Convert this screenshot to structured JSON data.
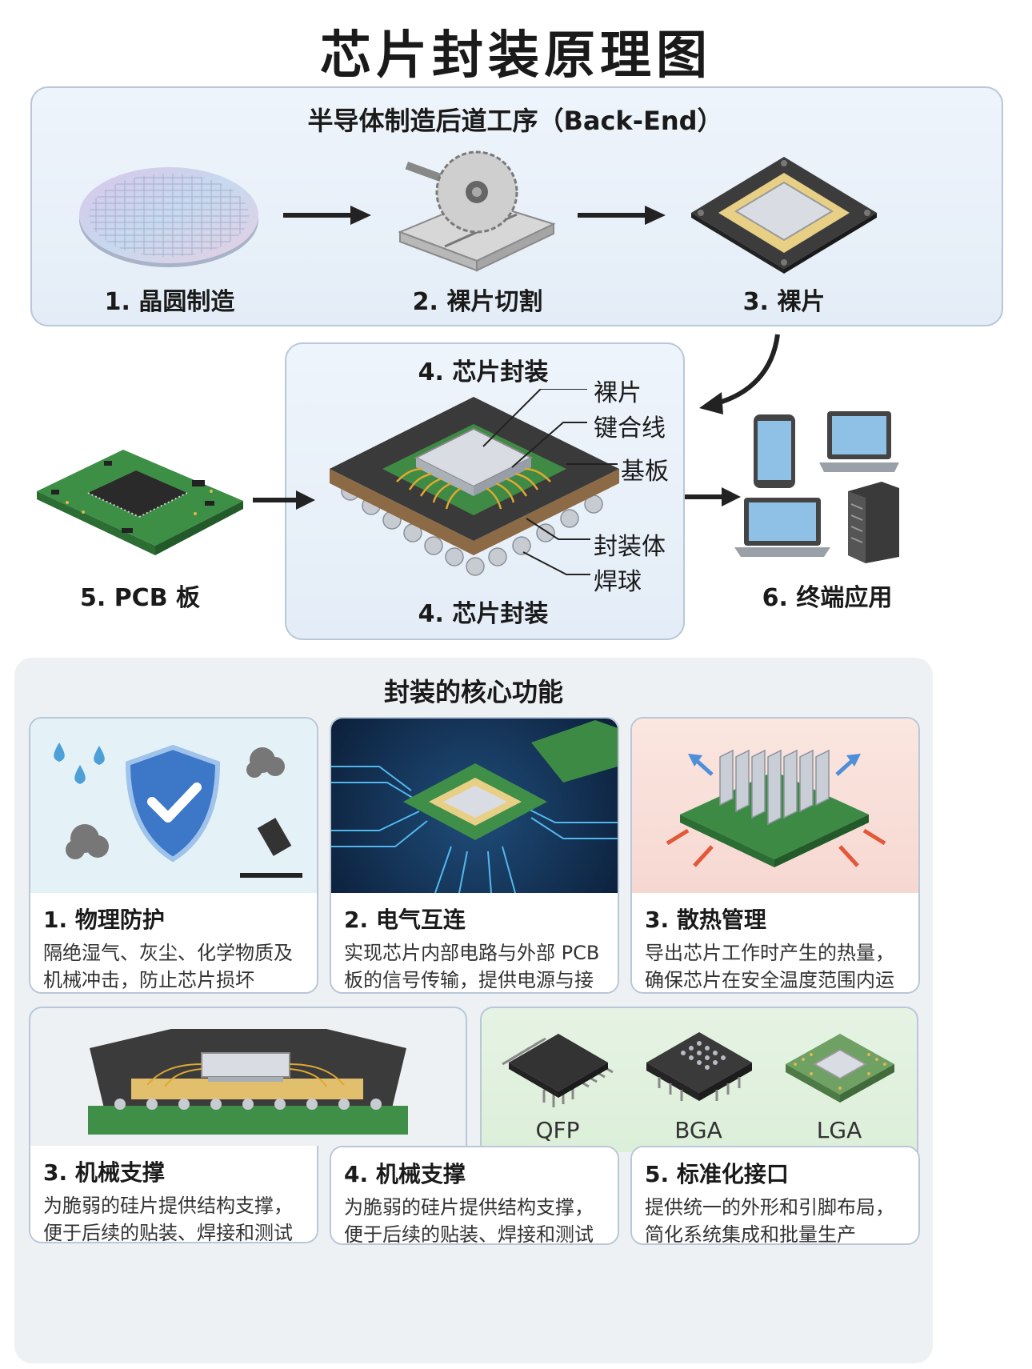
{
  "title": "芯片封装原理图",
  "backend": {
    "title": "半导体制造后道工序（Back-End）",
    "steps": [
      {
        "label": "1. 晶圆制造"
      },
      {
        "label": "2. 裸片切割"
      },
      {
        "label": "3. 裸片"
      }
    ]
  },
  "packaging": {
    "top_label": "4. 芯片封装",
    "bottom_label": "4. 芯片封装",
    "callouts": [
      "裸片",
      "键合线",
      "基板",
      "封装体",
      "焊球"
    ]
  },
  "pcb_label": "5. PCB 板",
  "terminal_label": "6. 终端应用",
  "functions": {
    "title": "封装的核心功能",
    "cards": [
      {
        "heading": "1. 物理防护",
        "text": "隔绝湿气、灰尘、化学物质及机械冲击，防止芯片损坏"
      },
      {
        "heading": "2. 电气互连",
        "text": "实现芯片内部电路与外部 PCB 板的信号传输，提供电源与接"
      },
      {
        "heading": "3. 散热管理",
        "text": "导出芯片工作时产生的热量，确保芯片在安全温度范围内运行"
      },
      {
        "heading": "3. 机械支撑",
        "text": "为脆弱的硅片提供结构支撑，便于后续的贴装、焊接和测试"
      },
      {
        "heading": "4. 机械支撑",
        "text": "为脆弱的硅片提供结构支撑，便于后续的贴装、焊接和测试"
      },
      {
        "heading": "5. 标准化接口",
        "text": "提供统一的外形和引脚布局，简化系统集成和批量生产"
      }
    ],
    "package_types": [
      "QFP",
      "BGA",
      "LGA"
    ]
  }
}
